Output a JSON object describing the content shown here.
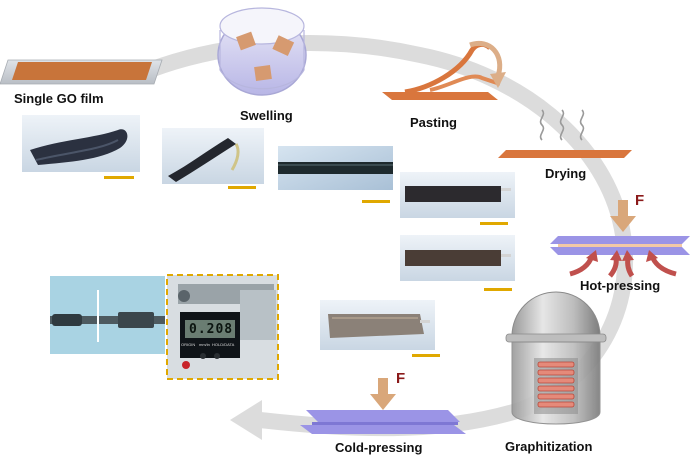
{
  "labels": {
    "single_go_film": "Single GO film",
    "swelling": "Swelling",
    "pasting": "Pasting",
    "drying": "Drying",
    "hot_pressing": "Hot-pressing",
    "graphitization": "Graphitization",
    "cold_pressing": "Cold-pressing"
  },
  "force_symbol": "F",
  "micrometer_reading": "0.208",
  "micrometer_buttons": [
    "ORIGIN",
    "mm/in",
    "HOLD/DATA"
  ],
  "icons": {
    "flow_arrow": "circular-process-arrow",
    "petri_dish": "petri-dish-icon",
    "heat_waves": "heat-wave-icon",
    "furnace": "graphitization-furnace-icon"
  },
  "colors": {
    "go_film": "#c8743a",
    "press_plate": "#9b94e6",
    "force_arrow": "#d9a77a",
    "heat_arrow": "#c0504d",
    "scale_bar": "#e0a800",
    "cycle_arrow": "#d8d8d8"
  }
}
